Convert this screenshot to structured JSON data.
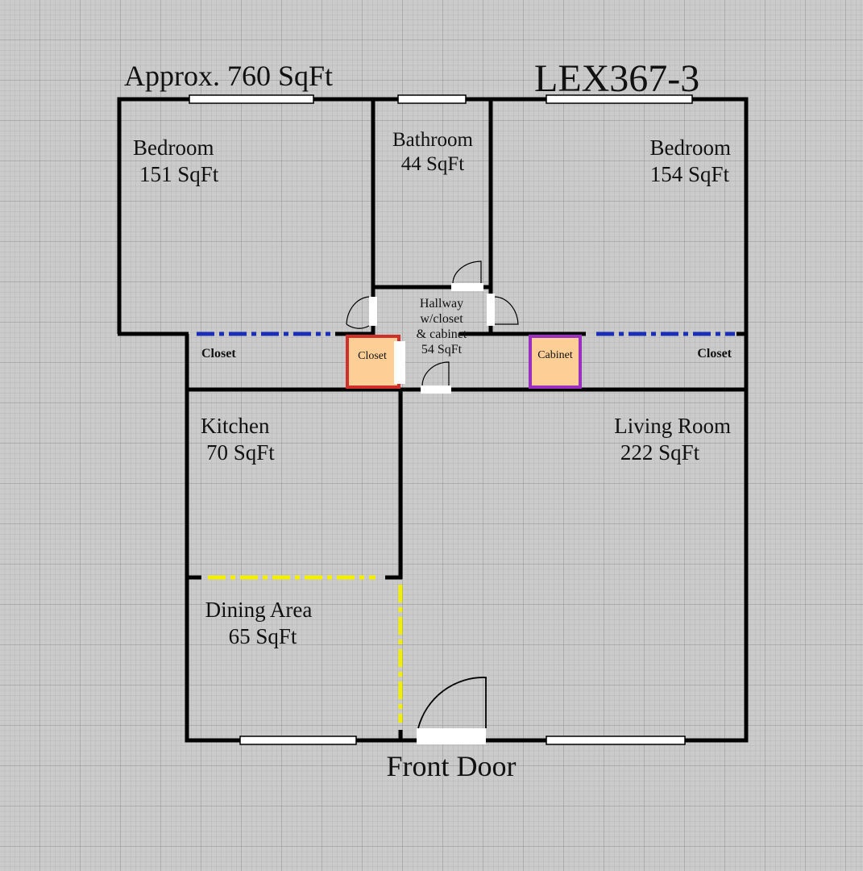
{
  "header": {
    "area": "Approx. 760 SqFt",
    "unit_id": "LEX367-3"
  },
  "rooms": {
    "bedroom_left": {
      "name": "Bedroom",
      "area": "151 SqFt"
    },
    "bathroom": {
      "name": "Bathroom",
      "area": "44 SqFt"
    },
    "bedroom_right": {
      "name": "Bedroom",
      "area": "154 SqFt"
    },
    "hallway": {
      "line1": "Hallway",
      "line2": "w/closet",
      "line3": "& cabinet",
      "area": "54 SqFt"
    },
    "closet_left": {
      "name": "Closet"
    },
    "closet_hall": {
      "name": "Closet"
    },
    "cabinet": {
      "name": "Cabinet"
    },
    "closet_right": {
      "name": "Closet"
    },
    "kitchen": {
      "name": "Kitchen",
      "area": "70 SqFt"
    },
    "living_room": {
      "name": "Living Room",
      "area": "222 SqFt"
    },
    "dining_area": {
      "name": "Dining Area",
      "area": "65 SqFt"
    }
  },
  "footer": {
    "entrance": "Front Door"
  },
  "colors": {
    "wall": "#000000",
    "closet_divider": "#1a2fb5",
    "dining_divider": "#f2ef00",
    "closet_fill": "#fdcf96",
    "closet_border": "#d0302c",
    "cabinet_border": "#9b30c0"
  }
}
